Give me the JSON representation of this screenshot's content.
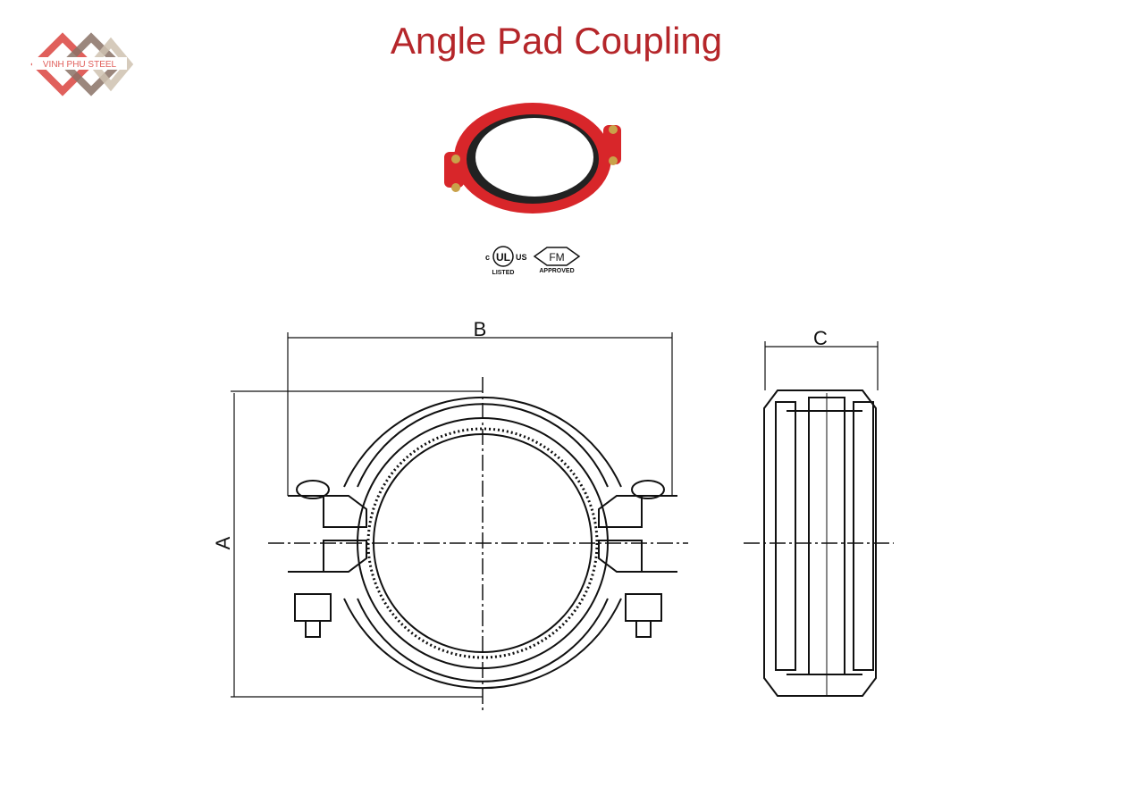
{
  "logo": {
    "text": "VINH PHU STEEL",
    "colors": [
      "#e0605c",
      "#8a7266",
      "#cfc2b0"
    ]
  },
  "title": "Angle Pad Coupling",
  "certifications": {
    "ul": {
      "mark": "UL",
      "left": "c",
      "right": "US",
      "caption": "LISTED"
    },
    "fm": {
      "mark": "FM",
      "caption": "APPROVED"
    }
  },
  "dimensions": {
    "a": "A",
    "b": "B",
    "c": "C"
  },
  "colors": {
    "title": "#b5262a",
    "coupling": "#d8262a",
    "line": "#111111"
  }
}
